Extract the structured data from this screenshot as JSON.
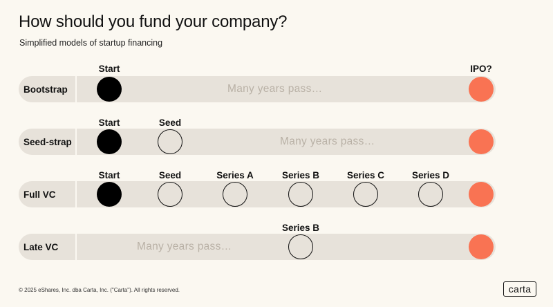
{
  "title": "How should you fund your company?",
  "subtitle": "Simplified models of startup financing",
  "rows": [
    {
      "name": "Bootstrap",
      "note": "Many years pass…",
      "stages": [
        {
          "label": "Start",
          "kind": "start"
        },
        {
          "label": "IPO?",
          "kind": "ipo"
        }
      ]
    },
    {
      "name": "Seed-strap",
      "note": "Many years pass…",
      "stages": [
        {
          "label": "Start",
          "kind": "start"
        },
        {
          "label": "Seed",
          "kind": "open"
        },
        {
          "label": "",
          "kind": "ipo"
        }
      ]
    },
    {
      "name": "Full VC",
      "note": "",
      "stages": [
        {
          "label": "Start",
          "kind": "start"
        },
        {
          "label": "Seed",
          "kind": "open"
        },
        {
          "label": "Series A",
          "kind": "open"
        },
        {
          "label": "Series B",
          "kind": "open"
        },
        {
          "label": "Series C",
          "kind": "open"
        },
        {
          "label": "Series D",
          "kind": "open"
        },
        {
          "label": "",
          "kind": "ipo"
        }
      ]
    },
    {
      "name": "Late VC",
      "note": "Many years pass…",
      "stages": [
        {
          "label": "Series B",
          "kind": "open"
        },
        {
          "label": "",
          "kind": "ipo"
        }
      ]
    }
  ],
  "colors": {
    "start": "#000000",
    "ipo": "#f97353",
    "track": "#e7e2da"
  },
  "footer": "© 2025 eShares, Inc. dba Carta, Inc. (\"Carta\"). All rights reserved.",
  "logo": "carta"
}
